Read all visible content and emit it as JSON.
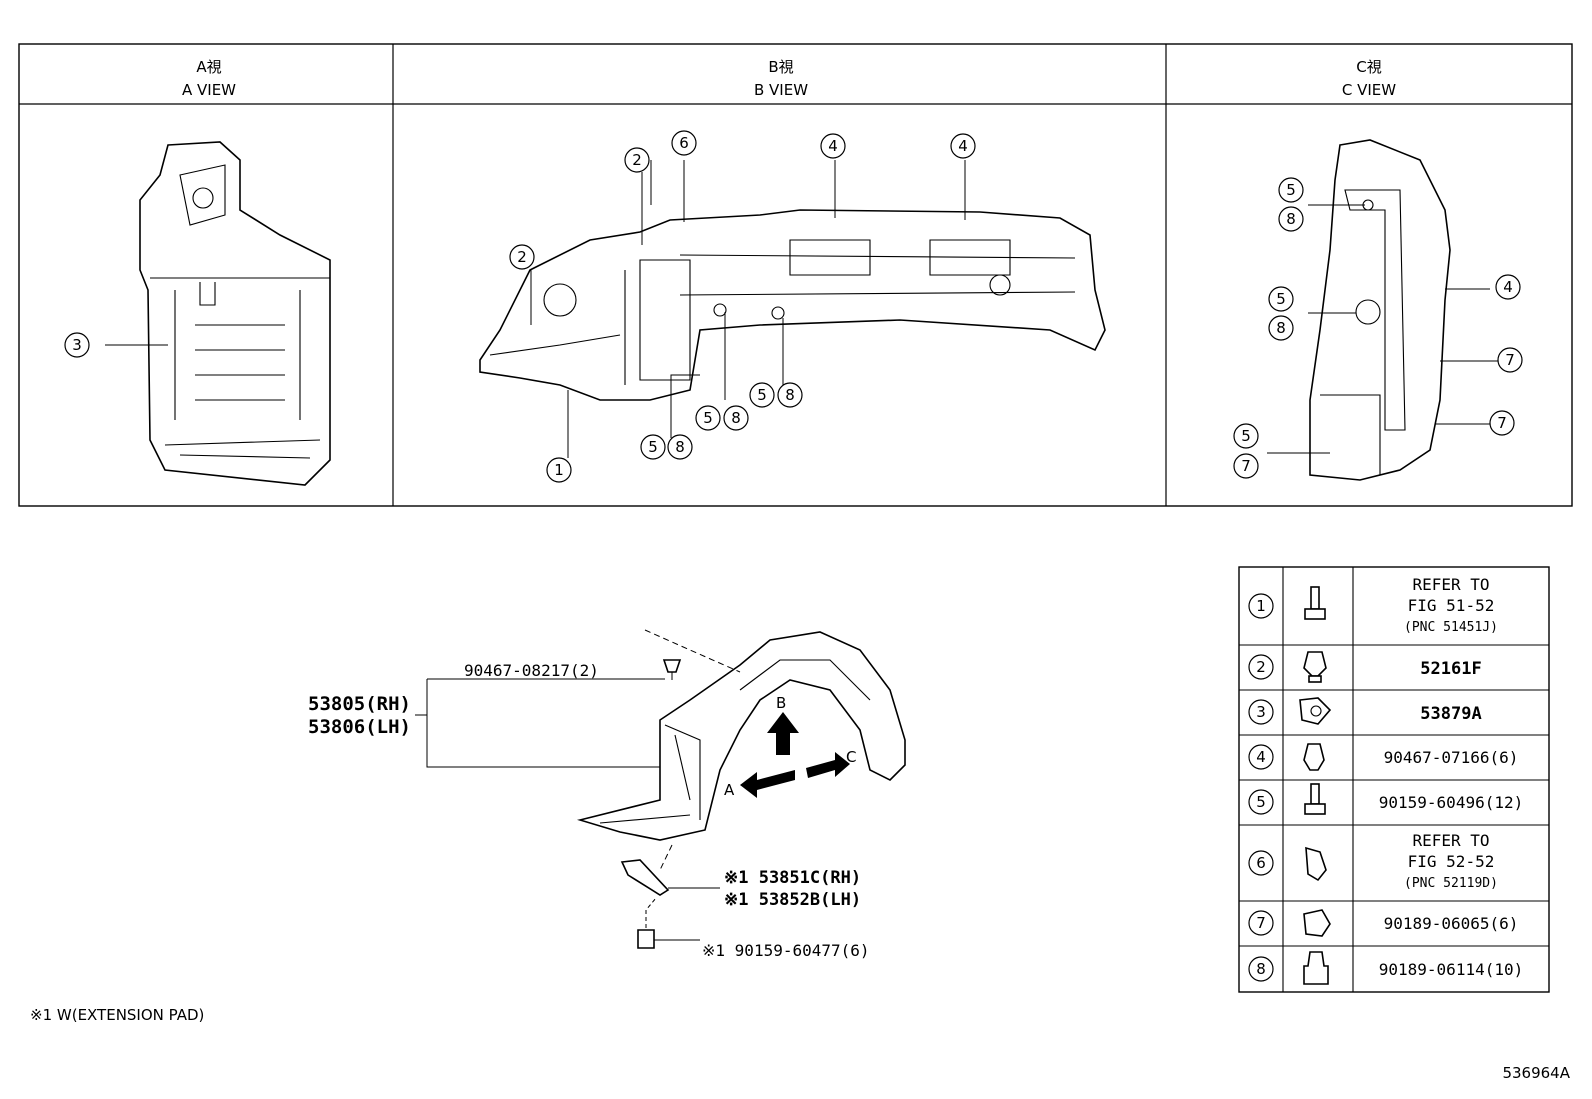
{
  "views": {
    "a": {
      "title_jp": "A視",
      "title_en": "A VIEW"
    },
    "b": {
      "title_jp": "B視",
      "title_en": "B VIEW"
    },
    "c": {
      "title_jp": "C視",
      "title_en": "C VIEW"
    }
  },
  "callout_numbers": [
    "1",
    "2",
    "3",
    "4",
    "5",
    "6",
    "7",
    "8"
  ],
  "main_assembly": {
    "part_rh": "53805(RH)",
    "part_lh": "53806(LH)",
    "clip_label": "90467-08217(2)",
    "pad_rh": "※1 53851C(RH)",
    "pad_lh": "※1 53852B(LH)",
    "screw_label": "※1 90159-60477(6)",
    "arrow_a": "A",
    "arrow_b": "B",
    "arrow_c": "C"
  },
  "legend": [
    {
      "num": "1",
      "icon": "bolt-icon",
      "lines": [
        "REFER TO",
        "FIG 51-52"
      ],
      "sub": "(PNC 51451J)"
    },
    {
      "num": "2",
      "icon": "push-clip-icon",
      "lines": [
        "52161F"
      ],
      "sub": ""
    },
    {
      "num": "3",
      "icon": "retainer-clip-icon",
      "lines": [
        "53879A"
      ],
      "sub": ""
    },
    {
      "num": "4",
      "icon": "clip-icon",
      "lines": [
        "90467-07166(6)"
      ],
      "sub": ""
    },
    {
      "num": "5",
      "icon": "screw-icon",
      "lines": [
        "90159-60496(12)"
      ],
      "sub": ""
    },
    {
      "num": "6",
      "icon": "clip-icon",
      "lines": [
        "REFER TO",
        "FIG 52-52"
      ],
      "sub": "(PNC 52119D)"
    },
    {
      "num": "7",
      "icon": "grommet-icon",
      "lines": [
        "90189-06065(6)"
      ],
      "sub": ""
    },
    {
      "num": "8",
      "icon": "nut-icon",
      "lines": [
        "90189-06114(10)"
      ],
      "sub": ""
    }
  ],
  "footnote": "※1 W(EXTENSION PAD)",
  "drawing_number": "536964A"
}
